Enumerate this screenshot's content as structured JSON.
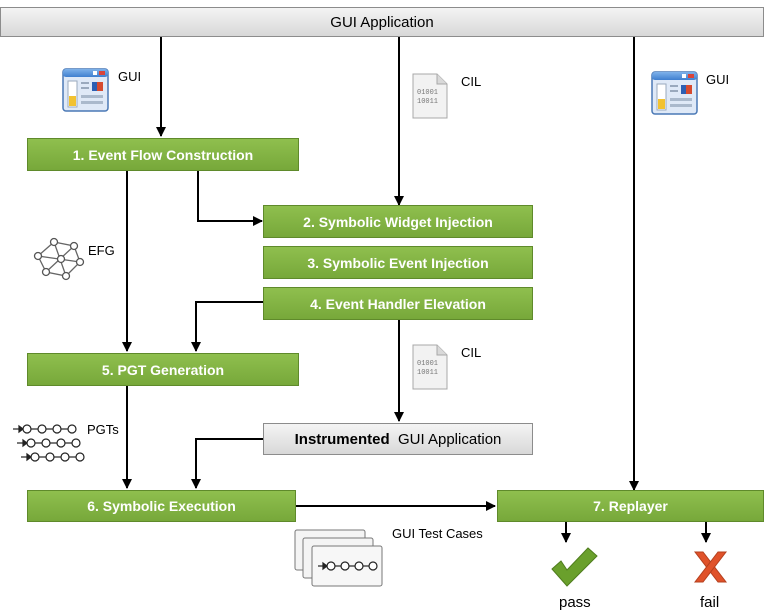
{
  "app_bar": "GUI Application",
  "steps": {
    "event_flow": "1. Event Flow Construction",
    "widget_injection": "2. Symbolic Widget Injection",
    "event_injection": "3. Symbolic Event Injection",
    "handler_elevation": "4. Event Handler Elevation",
    "pgt_generation": "5. PGT Generation",
    "symbolic_execution": "6. Symbolic Execution",
    "replayer": "7. Replayer"
  },
  "instrumented": {
    "bold": "Instrumented",
    "rest": "GUI Application"
  },
  "labels": {
    "gui_left": "GUI",
    "cil_top": "CIL",
    "gui_right": "GUI",
    "efg": "EFG",
    "cil_mid": "CIL",
    "pgts": "PGTs",
    "test_cases": "GUI Test Cases",
    "pass": "pass",
    "fail": "fail"
  },
  "cil_icon_text": {
    "line1": "01001",
    "line2": "10011"
  },
  "colors": {
    "step_green": "#80b043",
    "pass_green": "#6aa02c",
    "fail_orange": "#e0522a"
  }
}
